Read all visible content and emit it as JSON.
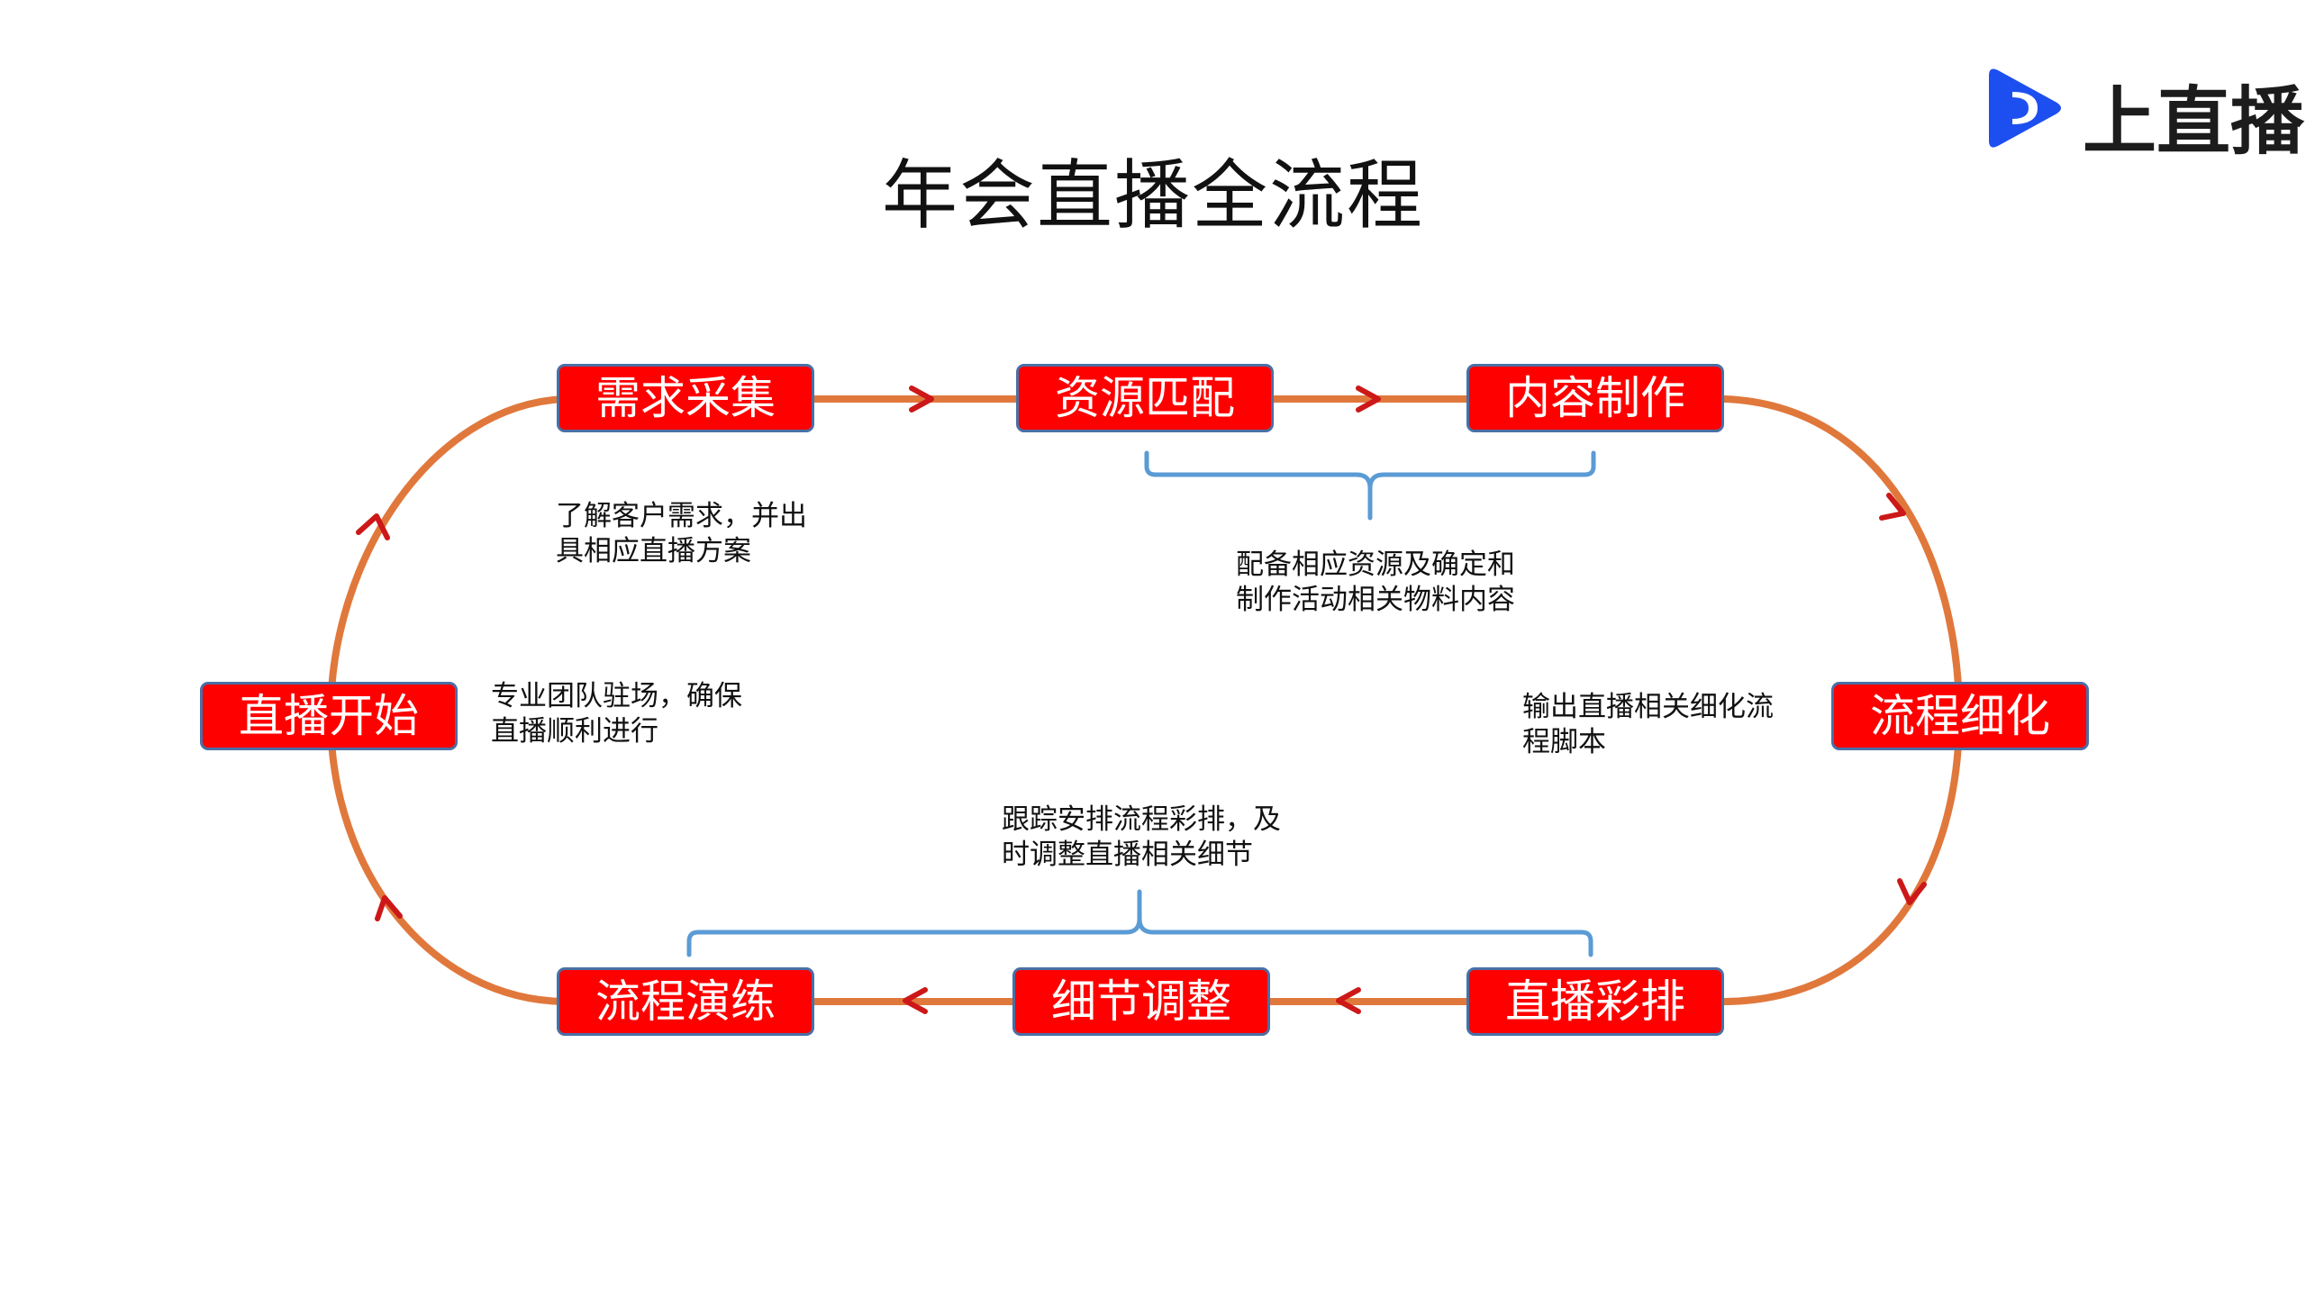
{
  "title": "年会直播全流程",
  "brand": {
    "name": "上直播",
    "logo_icon": "play-arrow-icon",
    "logo_color": "#1d4ff0"
  },
  "colors": {
    "loop": "#e0783c",
    "arrowhead": "#cc1818",
    "step_fill": "#ff0000",
    "step_border": "#4a6fa5",
    "bracket": "#5b9bd5"
  },
  "steps": {
    "xuqiu": "需求采集",
    "ziyuan": "资源匹配",
    "neirong": "内容制作",
    "liucheng": "流程细化",
    "caipai": "直播彩排",
    "xijie": "细节调整",
    "yanlian": "流程演练",
    "kaishi": "直播开始"
  },
  "notes": {
    "xuqiu": [
      "了解客户需求，并出",
      "具相应直播方案"
    ],
    "ziyuan": [
      "配备相应资源及确定和",
      "制作活动相关物料内容"
    ],
    "liucheng": [
      "输出直播相关细化流",
      "程脚本"
    ],
    "caipai": [
      "跟踪安排流程彩排，及",
      "时调整直播相关细节"
    ],
    "kaishi": [
      "专业团队驻场，确保",
      "直播顺利进行"
    ]
  }
}
